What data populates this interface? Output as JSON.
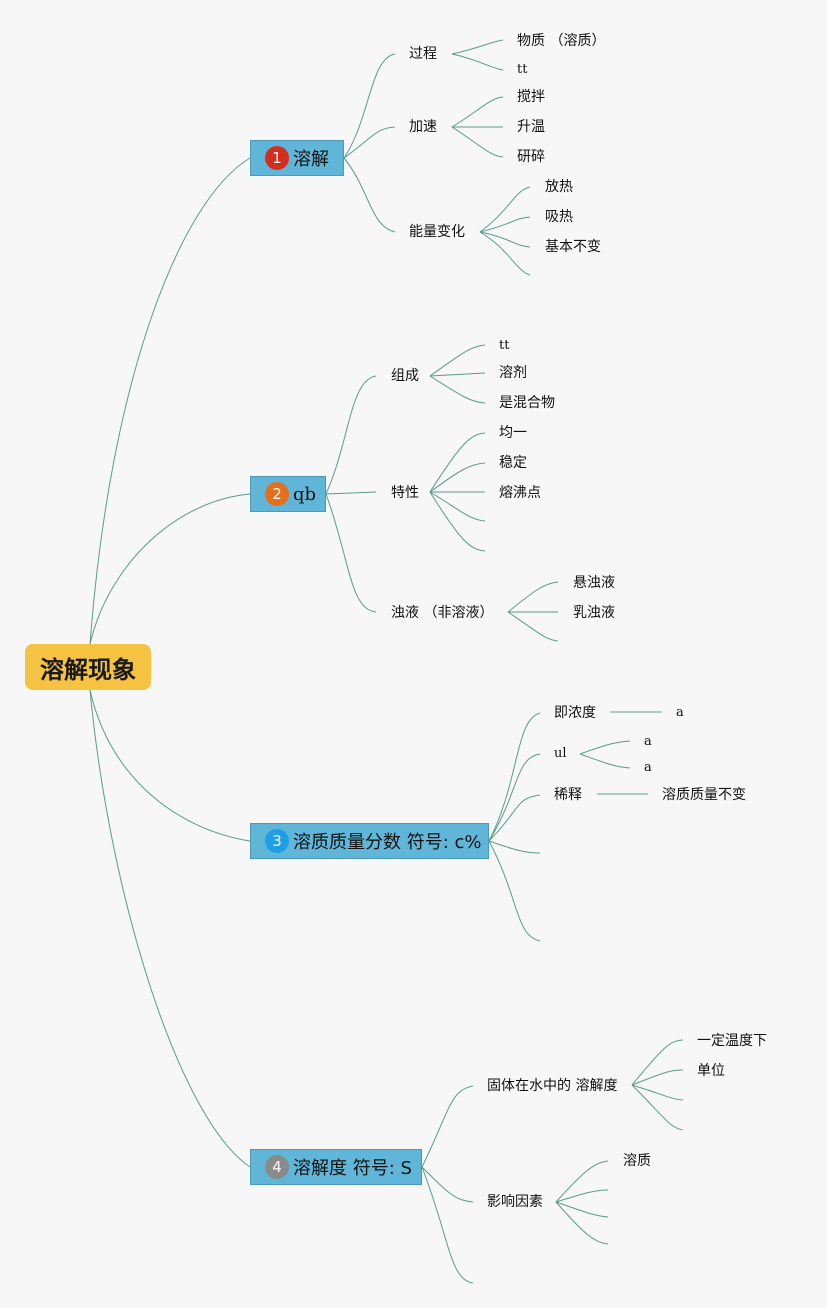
{
  "root": "溶解现象",
  "topics": [
    {
      "num": "1",
      "num_color": "#d32f1f",
      "label": "溶解",
      "children": [
        {
          "label": "过程",
          "children": [
            "物质 （溶质）",
            "tt"
          ]
        },
        {
          "label": "加速",
          "children": [
            "搅拌",
            "升温",
            "研碎"
          ]
        },
        {
          "label": "能量变化",
          "children": [
            "放热",
            "吸热",
            "基本不变",
            ""
          ]
        }
      ]
    },
    {
      "num": "2",
      "num_color": "#e46f1c",
      "label": "qb",
      "children": [
        {
          "label": "组成",
          "children": [
            "tt",
            "溶剂",
            "是混合物"
          ]
        },
        {
          "label": "特性",
          "children": [
            "均一",
            "稳定",
            "熔沸点",
            "",
            ""
          ]
        },
        {
          "label": "浊液 （非溶液）",
          "children": [
            "悬浊液",
            "乳浊液",
            ""
          ]
        }
      ]
    },
    {
      "num": "3",
      "num_color": "#1e9ee6",
      "label": "溶质质量分数 符号: c%",
      "children": [
        {
          "label": "即浓度",
          "children": [
            "a"
          ]
        },
        {
          "label": "ul",
          "children": [
            "a",
            "a"
          ]
        },
        {
          "label": "稀释",
          "children": [
            "溶质质量不变"
          ]
        },
        {
          "label": "",
          "children": []
        },
        {
          "label": "",
          "children": []
        }
      ]
    },
    {
      "num": "4",
      "num_color": "#8a8a8a",
      "label": "溶解度 符号: S",
      "children": [
        {
          "label": "固体在水中的 溶解度",
          "children": [
            "一定温度下",
            "单位",
            "",
            ""
          ]
        },
        {
          "label": "影响因素",
          "children": [
            "溶质",
            "",
            "",
            ""
          ]
        },
        {
          "label": "",
          "children": []
        }
      ]
    }
  ]
}
